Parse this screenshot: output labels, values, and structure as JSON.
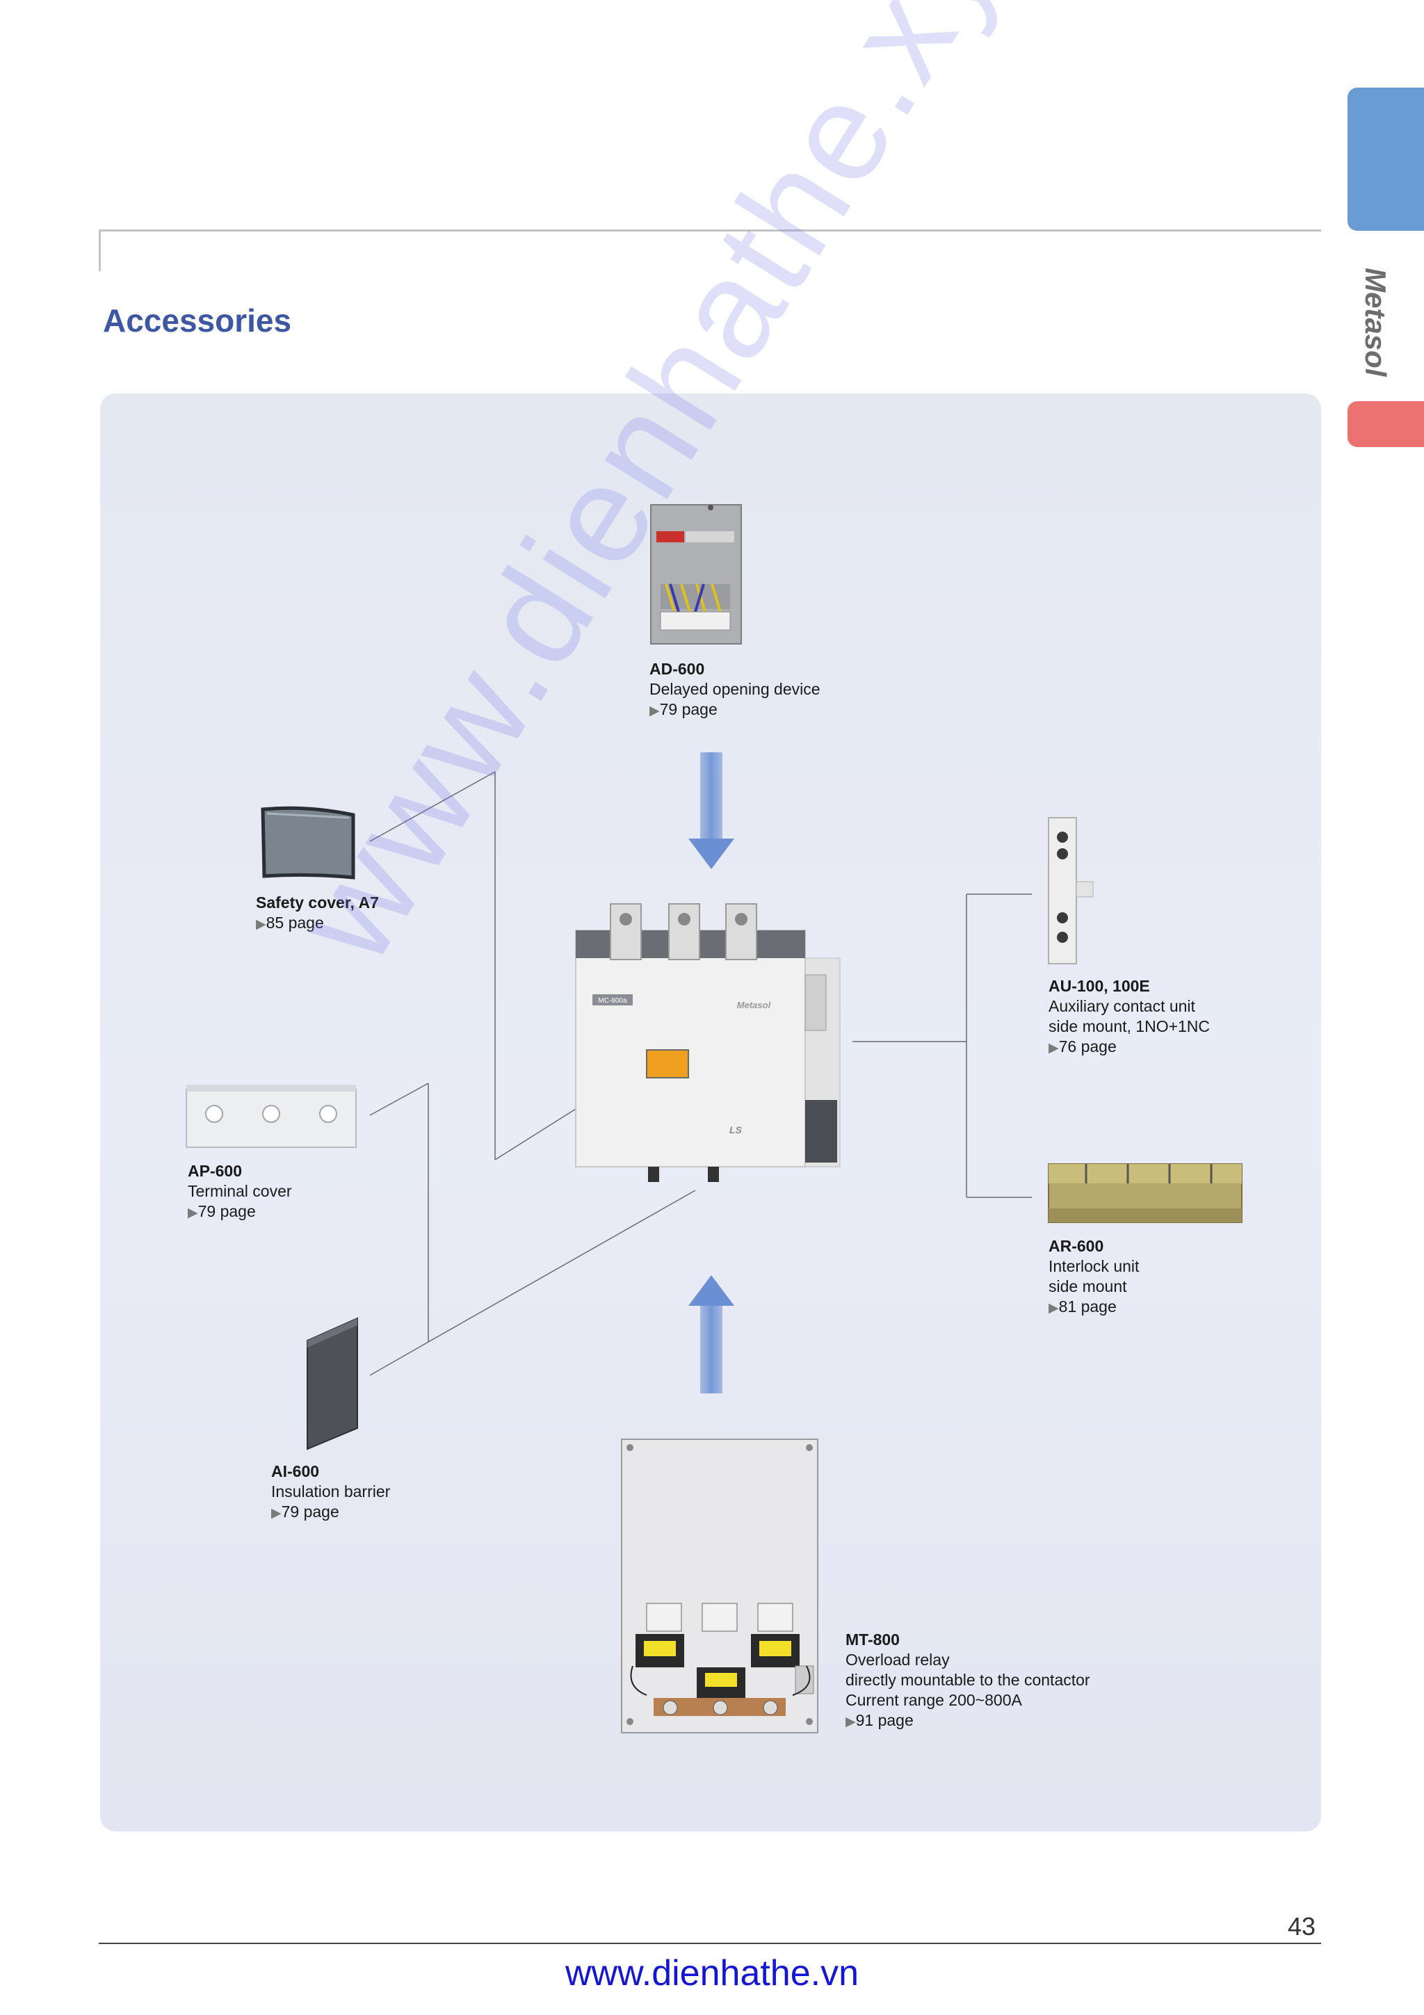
{
  "side_tab": {
    "label": "Metasol"
  },
  "section_title": "Accessories",
  "items": [
    {
      "code": "AD-600",
      "lines": [
        "Delayed opening device"
      ],
      "page": "79 page"
    },
    {
      "code": "Safety cover, A7",
      "lines": [],
      "page": "85 page"
    },
    {
      "code": "AU-100, 100E",
      "lines": [
        "Auxiliary contact unit",
        "side mount, 1NO+1NC"
      ],
      "page": "76 page"
    },
    {
      "code": "AP-600",
      "lines": [
        "Terminal cover"
      ],
      "page": "79 page"
    },
    {
      "code": "AR-600",
      "lines": [
        "Interlock unit",
        "side mount"
      ],
      "page": "81 page"
    },
    {
      "code": "AI-600",
      "lines": [
        "Insulation barrier"
      ],
      "page": "79 page"
    },
    {
      "code": "MT-800",
      "lines": [
        "Overload relay",
        "directly mountable to the contactor",
        "Current range 200~800A"
      ],
      "page": "91 page"
    }
  ],
  "contactor_labels": {
    "model": "MC-800a",
    "brand": "Metasol",
    "logo": "LS"
  },
  "watermark": "www.dienhathe.xyz",
  "page_number": "43",
  "footer_url": "www.dienhathe.vn",
  "colors": {
    "title": "#3d57a5",
    "tab_blue": "#6a9bd2",
    "tab_red": "#ec7171",
    "arrow": "#6a8fd4",
    "footer_link": "#1515d6"
  },
  "icons": {
    "page_pointer": "triangle-right-icon"
  }
}
